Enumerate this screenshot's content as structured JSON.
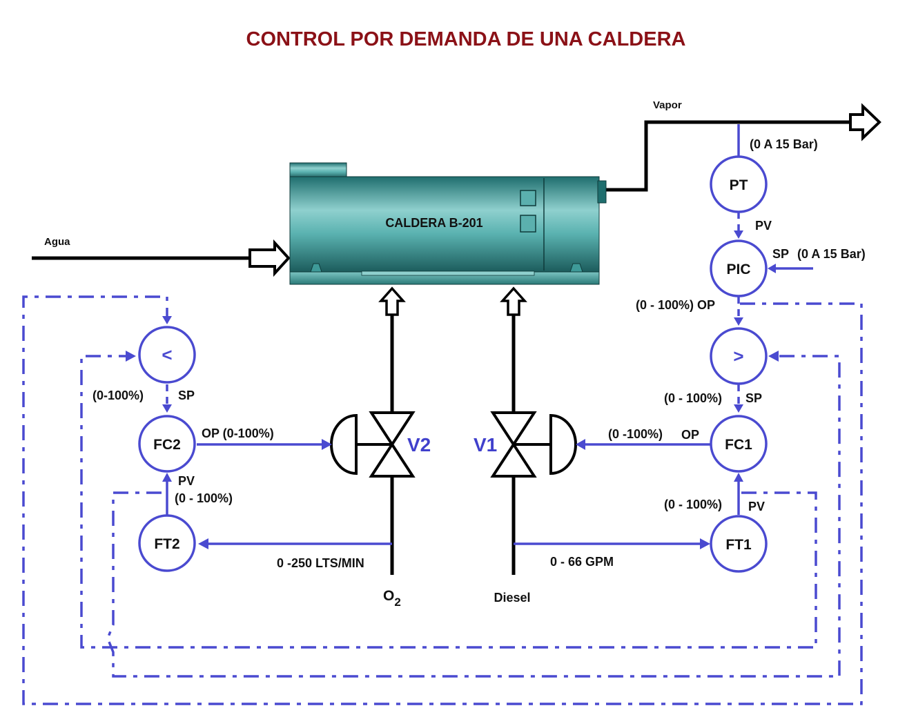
{
  "title": "CONTROL POR DEMANDA DE UNA CALDERA",
  "boiler": {
    "label": "CALDERA B-201"
  },
  "streams": {
    "water": "Agua",
    "steam": "Vapor",
    "oxygen": "O",
    "oxygen_sub": "2",
    "diesel": "Diesel"
  },
  "instruments": {
    "pt": "PT",
    "pic": "PIC",
    "high_selector": ">",
    "low_selector": "<",
    "fc1": "FC1",
    "fc2": "FC2",
    "ft1": "FT1",
    "ft2": "FT2"
  },
  "valves": {
    "v1": "V1",
    "v2": "V2"
  },
  "labels": {
    "pt_range": "(0 A 15 Bar)",
    "pt_pv": "PV",
    "pic_sp": "SP",
    "pic_sp_range": "(0 A 15 Bar)",
    "pic_op": "(0 - 100%) OP",
    "fc1_sp_range": "(0 - 100%)",
    "fc1_sp": "SP",
    "fc1_op_range": "(0 -100%)",
    "fc1_op": "OP",
    "ft1_pv_range": "(0 - 100%)",
    "ft1_pv": "PV",
    "ft1_range": "0 - 66 GPM",
    "fc2_sp_range": "(0-100%)",
    "fc2_sp": "SP",
    "fc2_op": "OP (0-100%)",
    "fc2_pv": "PV",
    "fc2_pv_range": "(0 - 100%)",
    "ft2_range": "0 -250 LTS/MIN"
  },
  "colors": {
    "title": "#8b1117",
    "signal": "#4a4ad0",
    "boiler_body": "#2f8a8a",
    "pipe": "#000000"
  }
}
